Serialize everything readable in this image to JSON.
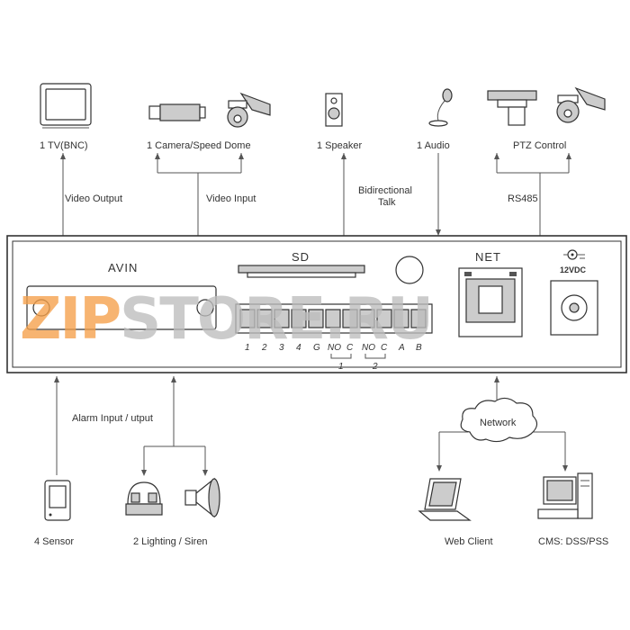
{
  "top_devices": {
    "tv": "1 TV(BNC)",
    "camera": "1 Camera/Speed Dome",
    "speaker": "1 Speaker",
    "audio": "1 Audio",
    "ptz": "PTZ Control"
  },
  "top_connections": {
    "video_output": "Video Output",
    "video_input": "Video Input",
    "bidirectional_line1": "Bidirectional",
    "bidirectional_line2": "Talk",
    "rs485": "RS485"
  },
  "panel": {
    "avin": "AVIN",
    "sd": "SD",
    "net": "NET",
    "power": "12VDC",
    "terminal_labels": [
      "1",
      "2",
      "3",
      "4",
      "G",
      "NO",
      "C",
      "NO",
      "C",
      "A",
      "B"
    ],
    "relay_groups": [
      "1",
      "2"
    ]
  },
  "bottom_connections": {
    "alarm": "Alarm Input / utput",
    "network": "Network"
  },
  "bottom_devices": {
    "sensor": "4 Sensor",
    "lighting": "2 Lighting / Siren",
    "web_client": "Web Client",
    "cms": "CMS: DSS/PSS"
  },
  "watermark": {
    "text_orange": "ZIP",
    "text_gray": "STORE.RU",
    "color_orange": "#f5a04a",
    "color_gray": "#bdbdbd"
  }
}
